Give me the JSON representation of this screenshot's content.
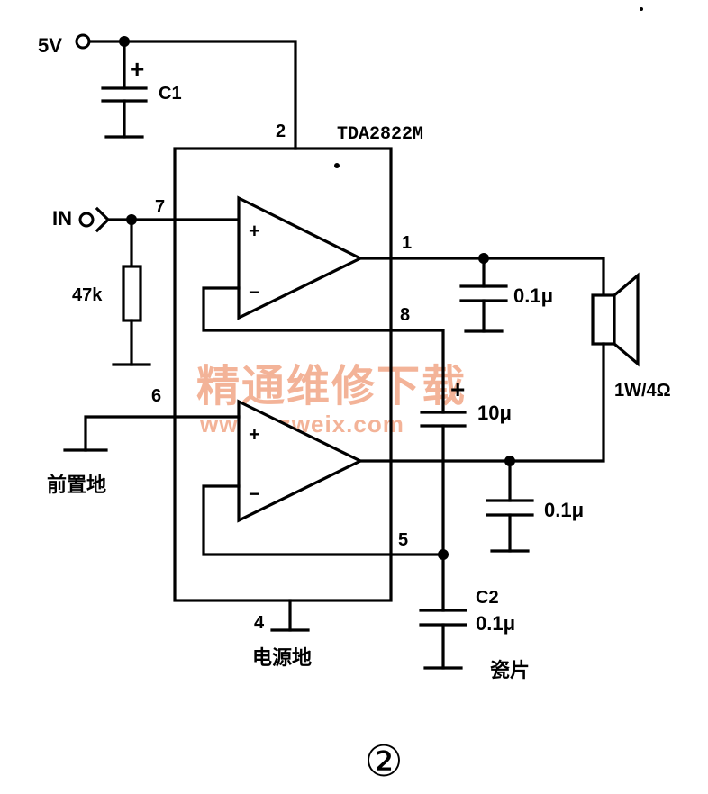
{
  "supply": {
    "label": "5V"
  },
  "c1": {
    "label": "C1",
    "plus": "+"
  },
  "ic": {
    "part": "TDA2822M"
  },
  "pins": {
    "p1": "1",
    "p2": "2",
    "p4": "4",
    "p5": "5",
    "p6": "6",
    "p7": "7",
    "p8": "8"
  },
  "input": {
    "label": "IN"
  },
  "resistor": {
    "label": "47k"
  },
  "opamp_top": {
    "plus": "+",
    "minus": "−"
  },
  "opamp_bottom": {
    "plus": "+",
    "minus": "−"
  },
  "cap_out_top": {
    "label": "0.1μ"
  },
  "cap_bootstrap": {
    "label": "10μ",
    "plus": "+"
  },
  "cap_out_bottom": {
    "label": "0.1μ"
  },
  "speaker": {
    "label": "1W/4Ω"
  },
  "grounds": {
    "preamp": "前置地",
    "power": "电源地"
  },
  "c2": {
    "label": "C2",
    "value": "0.1μ",
    "type": "瓷片"
  },
  "figure_number": "②",
  "watermark": {
    "text": "精通维修下载",
    "url": "www.gzweix.com"
  }
}
